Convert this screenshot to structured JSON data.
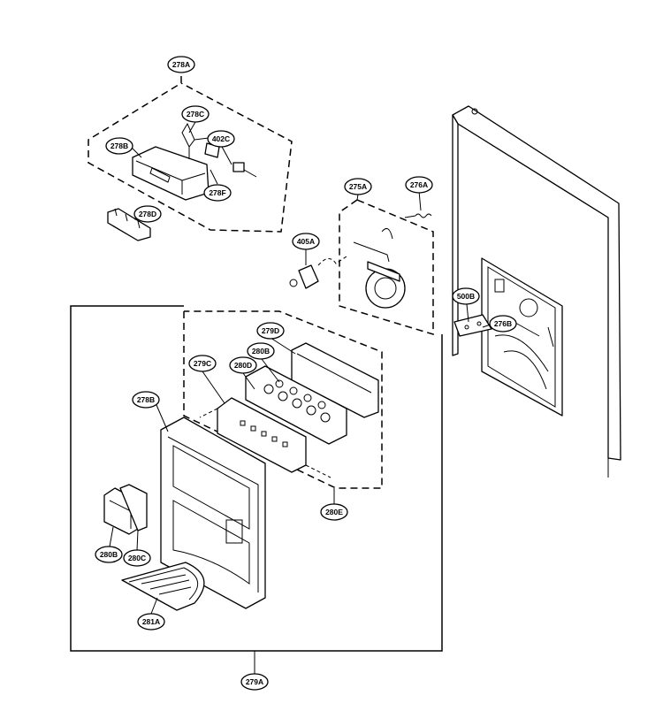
{
  "labels": {
    "278A": "278A",
    "278C": "278C",
    "278B_top": "278B",
    "402C": "402C",
    "278F": "278F",
    "278D": "278D",
    "275A": "275A",
    "276A": "276A",
    "405A": "405A",
    "500B": "500B",
    "276B": "276B",
    "279D": "279D",
    "280B_top": "280B",
    "279C": "279C",
    "280D": "280D",
    "278B_main": "278B",
    "280E": "280E",
    "280B_bottom": "280B",
    "280C": "280C",
    "281A": "281A",
    "279A": "279A"
  }
}
